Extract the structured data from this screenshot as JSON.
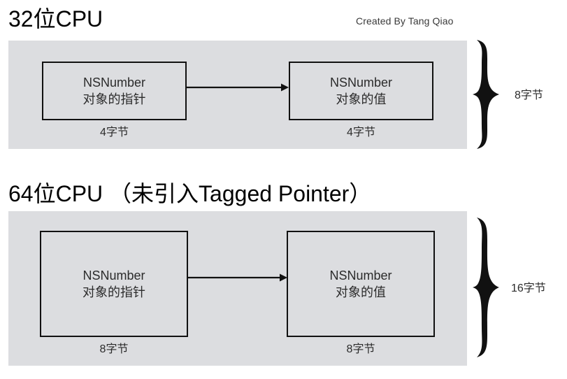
{
  "credit": {
    "text": "Created By Tang Qiao"
  },
  "sections": [
    {
      "heading": "32位CPU",
      "boxes": [
        {
          "line1": "NSNumber",
          "line2": "对象的指针",
          "caption": "4字节"
        },
        {
          "line1": "NSNumber",
          "line2": "对象的值",
          "caption": "4字节"
        }
      ],
      "arrow": "arrow-right",
      "brace": "}",
      "brace_label": "8字节"
    },
    {
      "heading": "64位CPU （未引入Tagged Pointer）",
      "boxes": [
        {
          "line1": "NSNumber",
          "line2": "对象的指针",
          "caption": "8字节"
        },
        {
          "line1": "NSNumber",
          "line2": "对象的值",
          "caption": "8字节"
        }
      ],
      "arrow": "arrow-right",
      "brace": "}",
      "brace_label": "16字节"
    }
  ],
  "colors": {
    "panel_background": "#dcdde0",
    "box_border": "#111111",
    "page_background": "#ffffff",
    "text": "#2b2b2b",
    "heading_text": "#000000"
  }
}
